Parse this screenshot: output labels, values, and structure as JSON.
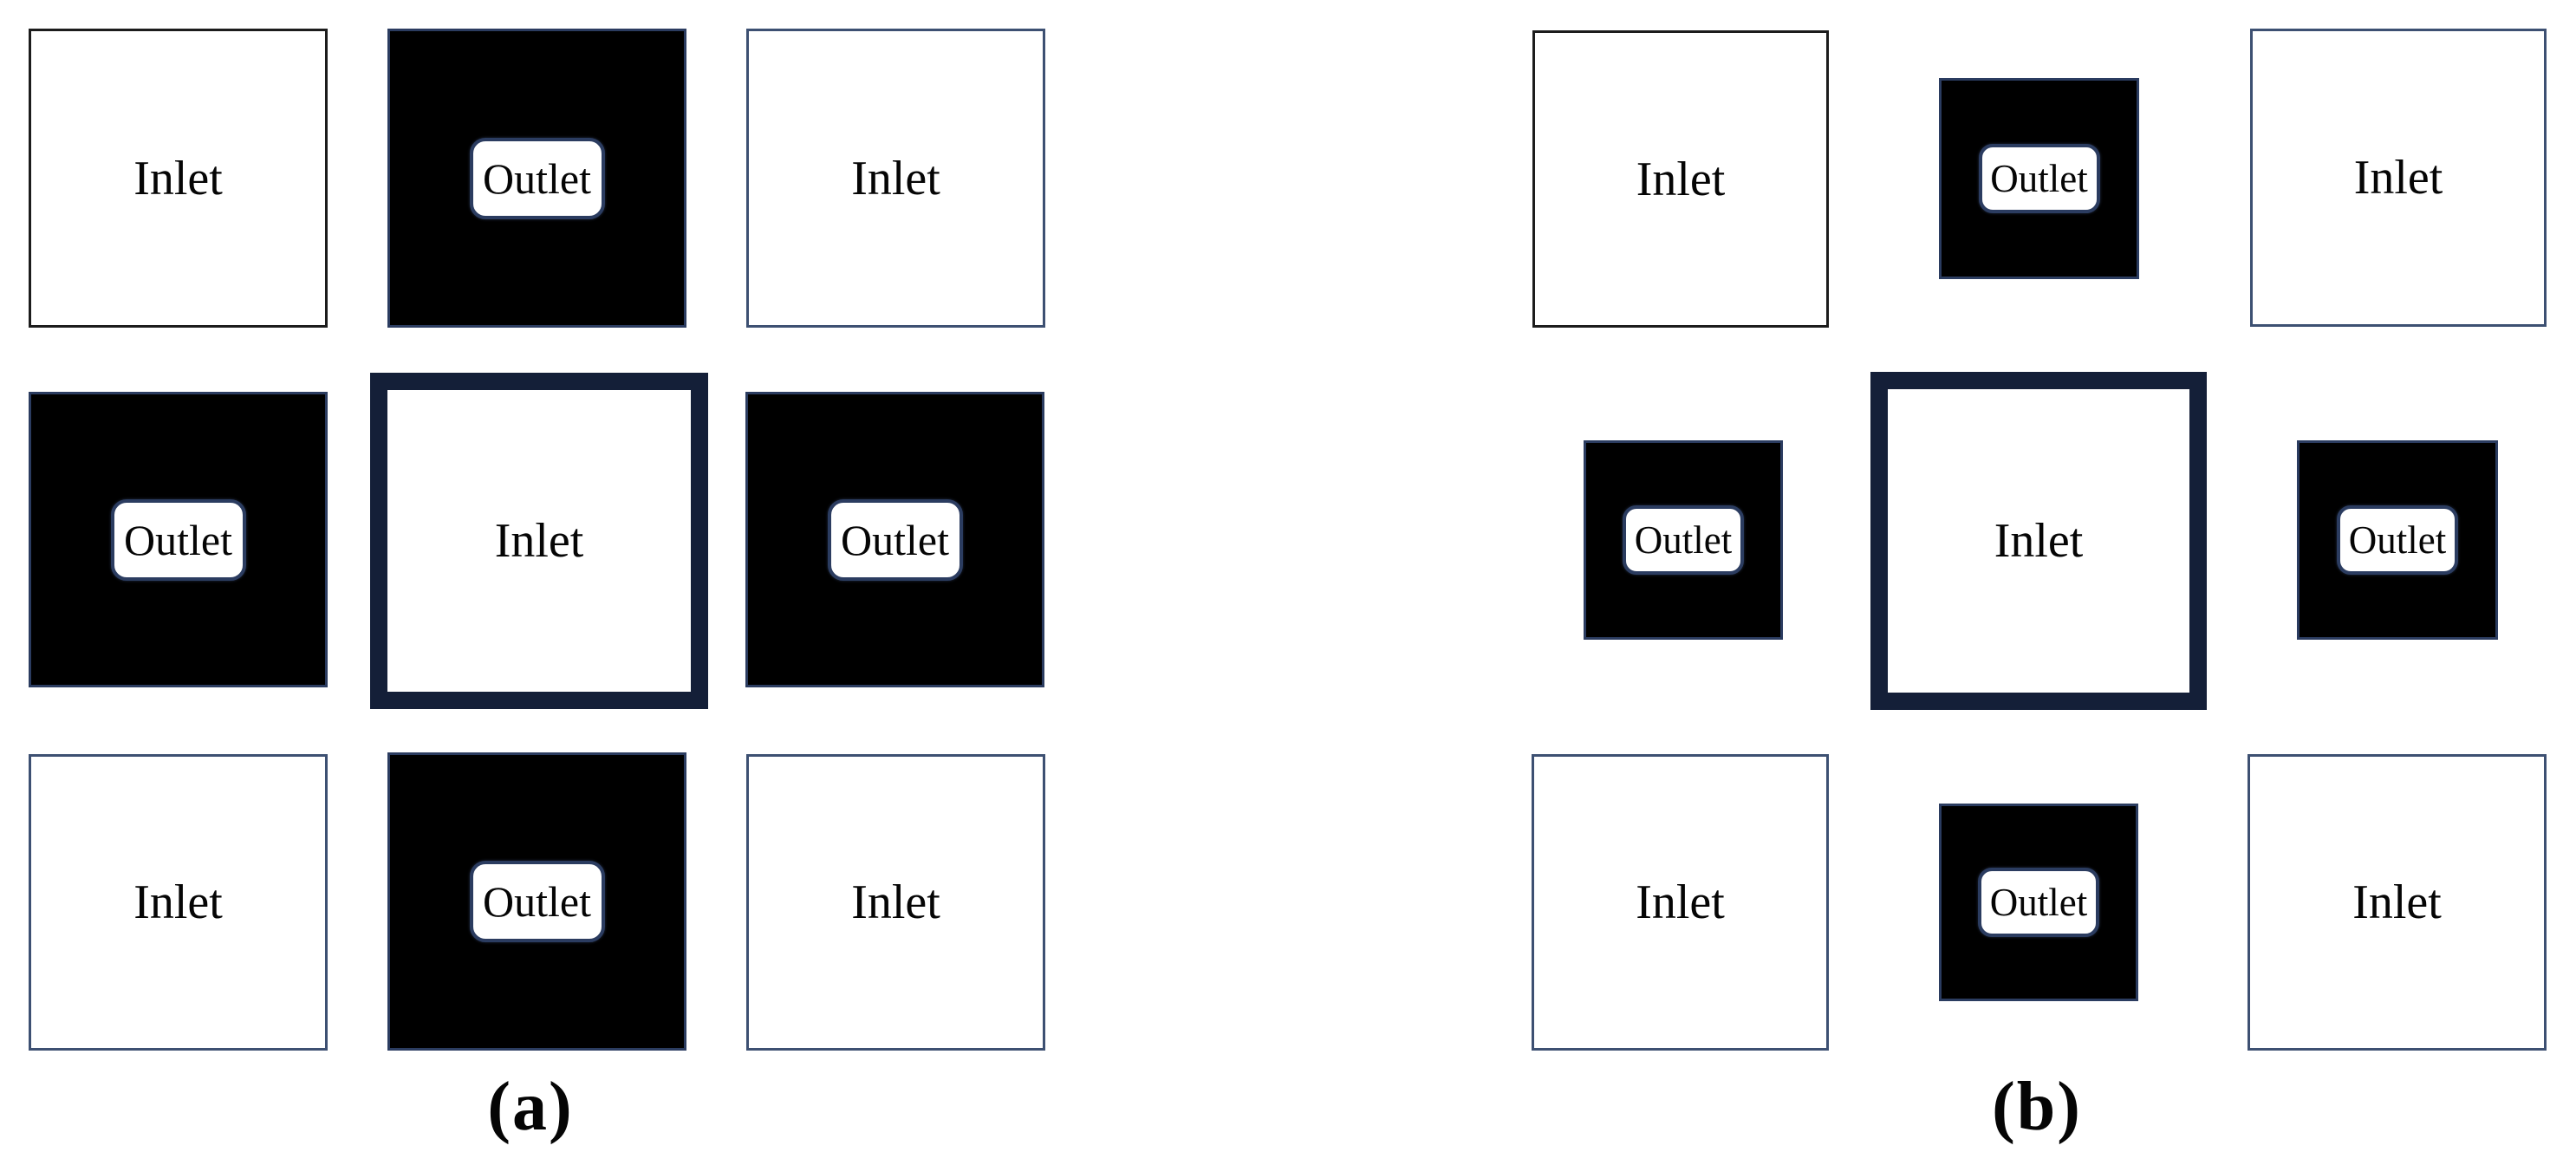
{
  "panel_a": {
    "tag": "(a)",
    "cells": {
      "r1c1": {
        "type": "inlet",
        "label": "Inlet"
      },
      "r1c2": {
        "type": "outlet",
        "label": "Outlet"
      },
      "r1c3": {
        "type": "inlet",
        "label": "Inlet"
      },
      "r2c1": {
        "type": "outlet",
        "label": "Outlet"
      },
      "center": {
        "type": "inlet",
        "label": "Inlet"
      },
      "r2c3": {
        "type": "outlet",
        "label": "Outlet"
      },
      "r3c1": {
        "type": "inlet",
        "label": "Inlet"
      },
      "r3c2": {
        "type": "outlet",
        "label": "Outlet"
      },
      "r3c3": {
        "type": "inlet",
        "label": "Inlet"
      }
    }
  },
  "panel_b": {
    "tag": "(b)",
    "cells": {
      "r1c1": {
        "type": "inlet",
        "label": "Inlet"
      },
      "r1c2": {
        "type": "outlet",
        "label": "Outlet"
      },
      "r1c3": {
        "type": "inlet",
        "label": "Inlet"
      },
      "r2c1": {
        "type": "outlet",
        "label": "Outlet"
      },
      "center": {
        "type": "inlet",
        "label": "Inlet"
      },
      "r2c3": {
        "type": "outlet",
        "label": "Outlet"
      },
      "r3c1": {
        "type": "inlet",
        "label": "Inlet"
      },
      "r3c2": {
        "type": "outlet",
        "label": "Outlet"
      },
      "r3c3": {
        "type": "inlet",
        "label": "Inlet"
      }
    }
  },
  "colors": {
    "page_bg": "#ffffff",
    "cell_fill_white": "#ffffff",
    "cell_fill_black": "#000000",
    "border_black": "#1c1c1c",
    "border_navy": "#3d5072",
    "border_outlet_navy": "#2b3c60",
    "border_thick_navy": "#141f38",
    "pill_border": "#2b3c60",
    "text_color": "#050505"
  }
}
